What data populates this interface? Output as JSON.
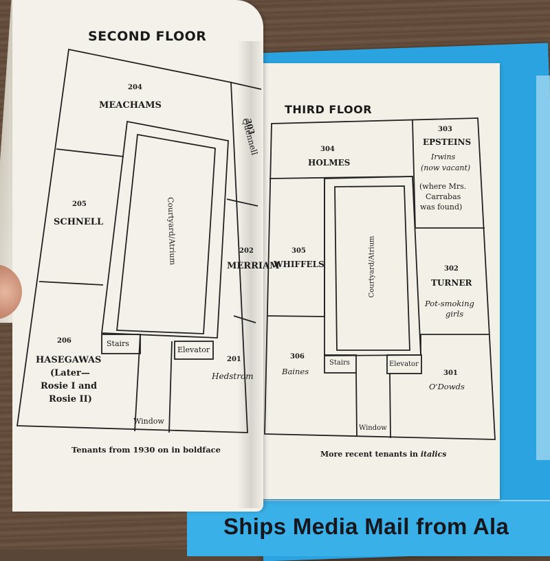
{
  "photo": {
    "sticker_text": "Ships Media Mail from Ala",
    "colors": {
      "sheet": "#2aa3e0",
      "paper": "#f4f1ea",
      "ink": "#1c1c1c",
      "wood": "#5a4636"
    }
  },
  "second_floor": {
    "title": "SECOND FLOOR",
    "rooms": {
      "r204": {
        "number": "204",
        "tenant": "MEACHAMS"
      },
      "r203": {
        "number": "203",
        "tenant": "Quennell"
      },
      "r205": {
        "number": "205",
        "tenant": "SCHNELL"
      },
      "r202": {
        "number": "202",
        "tenant": "MERRIAM"
      },
      "r206": {
        "number": "206",
        "tenant": "HASEGAWAS",
        "note_1": "(Later—",
        "note_2": "Rosie I and",
        "note_3": "Rosie II)"
      },
      "r201": {
        "number": "201",
        "tenant": "Hedstrom"
      }
    },
    "courtyard": "Courtyard/Atrium",
    "stairs": "Stairs",
    "elevator": "Elevator",
    "window": "Window",
    "caption": "Tenants from 1930 on in boldface"
  },
  "third_floor": {
    "title": "THIRD FLOOR",
    "rooms": {
      "r304": {
        "number": "304",
        "tenant": "HOLMES"
      },
      "r303": {
        "number": "303",
        "tenant": "EPSTEINS",
        "note_1": "Irwins",
        "note_2": "(now vacant)",
        "note_3": "(where Mrs.",
        "note_4": "Carrabas",
        "note_5": "was found)"
      },
      "r305": {
        "number": "305",
        "tenant": "WHIFFELS"
      },
      "r302": {
        "number": "302",
        "tenant": "TURNER",
        "note_1": "Pot-smoking",
        "note_2": "girls"
      },
      "r306": {
        "number": "306",
        "tenant": "Baines"
      },
      "r301": {
        "number": "301",
        "tenant": "O'Dowds"
      }
    },
    "courtyard": "Courtyard/Atrium",
    "stairs": "Stairs",
    "elevator": "Elevator",
    "window": "Window",
    "caption_prefix": "More recent tenants in ",
    "caption_italic": "italics"
  }
}
